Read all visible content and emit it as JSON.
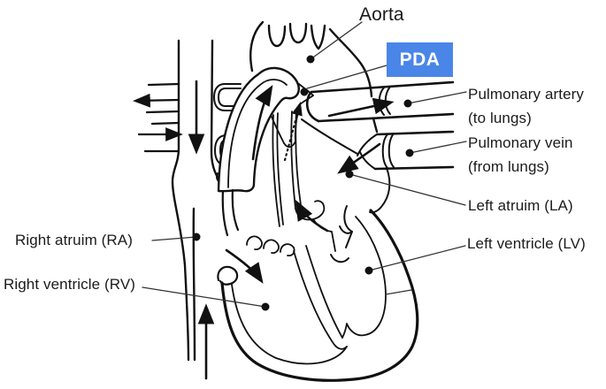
{
  "figure": {
    "background_color": "#ffffff",
    "line_color": "#111111",
    "leader_line_color": "#333333",
    "labels": {
      "aorta": "Aorta",
      "pulmonary_artery_line1": "Pulmonary artery",
      "pulmonary_artery_line2": "(to lungs)",
      "pulmonary_vein_line1": "Pulmonary vein",
      "pulmonary_vein_line2": "(from lungs)",
      "left_atrium": "Left atruim (LA)",
      "left_ventricle": "Left ventricle (LV)",
      "right_atrium": "Right atruim (RA)",
      "right_ventricle": "Right ventricle (RV)"
    },
    "pda": {
      "label": "PDA",
      "box_color": "#4a86e8",
      "text_color": "#ffffff"
    }
  }
}
